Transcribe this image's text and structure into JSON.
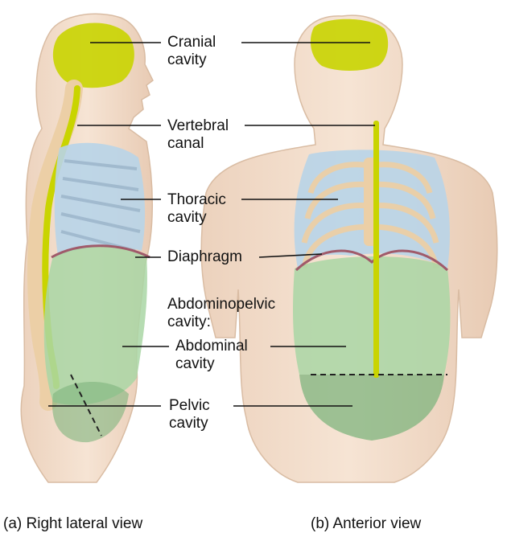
{
  "labels": {
    "cranial": [
      "Cranial",
      "cavity"
    ],
    "vertebral": [
      "Vertebral",
      "canal"
    ],
    "thoracic": [
      "Thoracic",
      "cavity"
    ],
    "diaphragm": "Diaphragm",
    "abdominopelvic": [
      "Abdominopelvic",
      "cavity:"
    ],
    "abdominal": [
      "Abdominal",
      "cavity"
    ],
    "pelvic": [
      "Pelvic",
      "cavity"
    ]
  },
  "captions": {
    "lateral": "(a) Right lateral view",
    "anterior": "(b) Anterior view"
  },
  "colors": {
    "skin": "#f2dcc8",
    "bone": "#eccfa6",
    "cranial_spinal": "#c9d400",
    "thoracic": "#b8d4e8",
    "abdominal": "#a9d6a4",
    "pelvic": "#7fb47d",
    "diaphragm": "#a05a6a"
  }
}
